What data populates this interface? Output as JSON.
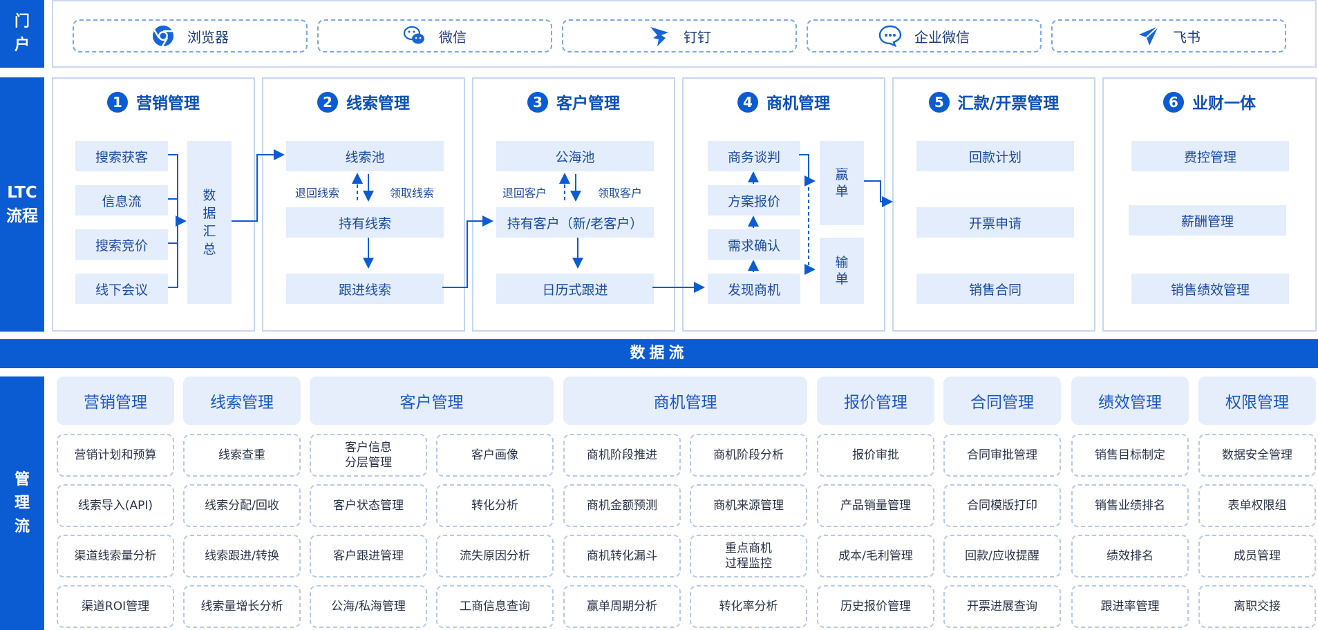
{
  "sidebar": {
    "portal": [
      "门",
      "户"
    ],
    "ltc": [
      "LTC",
      "流程"
    ],
    "mgmt": [
      "管",
      "理",
      "流"
    ]
  },
  "portal": {
    "items": [
      {
        "label": "浏览器",
        "icon": "chrome-icon"
      },
      {
        "label": "微信",
        "icon": "wechat-icon"
      },
      {
        "label": "钉钉",
        "icon": "dingtalk-icon"
      },
      {
        "label": "企业微信",
        "icon": "wecom-icon"
      },
      {
        "label": "飞书",
        "icon": "feishu-icon"
      }
    ]
  },
  "ltc": {
    "stages": [
      {
        "num": "1",
        "title": "营销管理"
      },
      {
        "num": "2",
        "title": "线索管理"
      },
      {
        "num": "3",
        "title": "客户管理"
      },
      {
        "num": "4",
        "title": "商机管理"
      },
      {
        "num": "5",
        "title": "汇款/开票管理"
      },
      {
        "num": "6",
        "title": "业财一体"
      }
    ],
    "marketing": [
      "搜索获客",
      "信息流",
      "搜索竞价",
      "线下会议"
    ],
    "marketing_summary": [
      "数",
      "据",
      "汇",
      "总"
    ],
    "leads": {
      "pool": "线索池",
      "return": "退回线索",
      "claim": "领取线索",
      "hold": "持有线索",
      "follow": "跟进线索"
    },
    "customer": {
      "pool": "公海池",
      "return": "退回客户",
      "claim": "领取客户",
      "hold": "持有客户（新/老客户）",
      "follow": "日历式跟进"
    },
    "opp": {
      "steps": [
        "商务谈判",
        "方案报价",
        "需求确认",
        "发现商机"
      ],
      "win": [
        "赢",
        "单"
      ],
      "lose": [
        "输",
        "单"
      ]
    },
    "payment": [
      "回款计划",
      "开票申请",
      "销售合同"
    ],
    "finance": [
      "费控管理",
      "薪酬管理",
      "销售绩效管理"
    ]
  },
  "band": {
    "label": "数据流"
  },
  "mgmt": {
    "headers": [
      "营销管理",
      "线索管理",
      "客户管理",
      "商机管理",
      "报价管理",
      "合同管理",
      "绩效管理",
      "权限管理"
    ],
    "columns": [
      [
        "营销计划和预算",
        "线索导入(API)",
        "渠道线索量分析",
        "渠道ROI管理"
      ],
      [
        "线索查重",
        "线索分配/回收",
        "线索跟进/转换",
        "线索量增长分析"
      ],
      [
        "客户信息\n分层管理",
        "客户状态管理",
        "客户跟进管理",
        "公海/私海管理"
      ],
      [
        "客户画像",
        "转化分析",
        "流失原因分析",
        "工商信息查询"
      ],
      [
        "商机阶段推进",
        "商机金额预测",
        "商机转化漏斗",
        "赢单周期分析"
      ],
      [
        "商机阶段分析",
        "商机来源管理",
        "重点商机\n过程监控",
        "转化率分析"
      ],
      [
        "报价审批",
        "产品销量管理",
        "成本/毛利管理",
        "历史报价管理"
      ],
      [
        "合同审批管理",
        "合同模版打印",
        "回款/应收提醒",
        "开票进展查询"
      ],
      [
        "销售目标制定",
        "销售业绩排名",
        "绩效排名",
        "跟进率管理"
      ],
      [
        "数据安全管理",
        "表单权限组",
        "成员管理",
        "离职交接"
      ]
    ]
  }
}
